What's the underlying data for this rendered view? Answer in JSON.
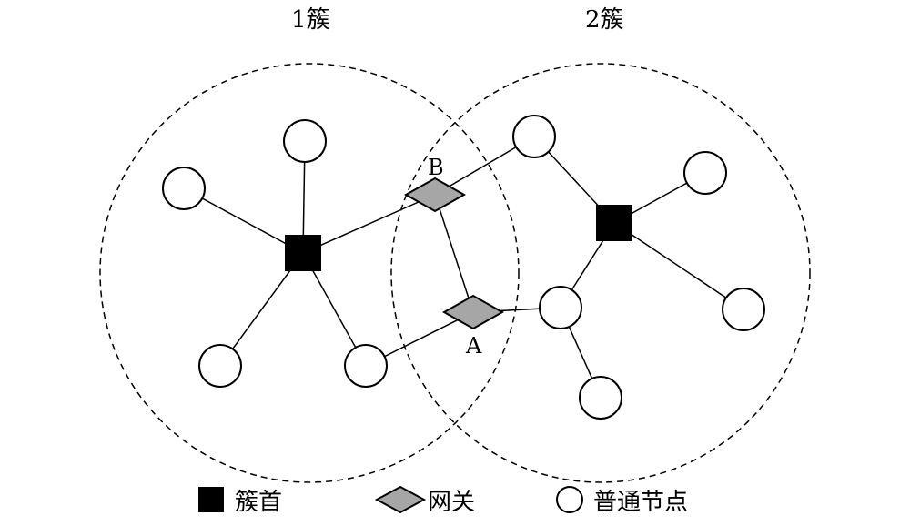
{
  "clusters": [
    {
      "label": "1簇"
    },
    {
      "label": "2簇"
    }
  ],
  "gateways": {
    "a_label": "A",
    "b_label": "B"
  },
  "legend": {
    "cluster_head": "簇首",
    "gateway": "网关",
    "ordinary_node": "普通节点"
  },
  "colors": {
    "cluster_head": "#000000",
    "gateway": "#a6a6a6",
    "node": "#ffffff"
  }
}
